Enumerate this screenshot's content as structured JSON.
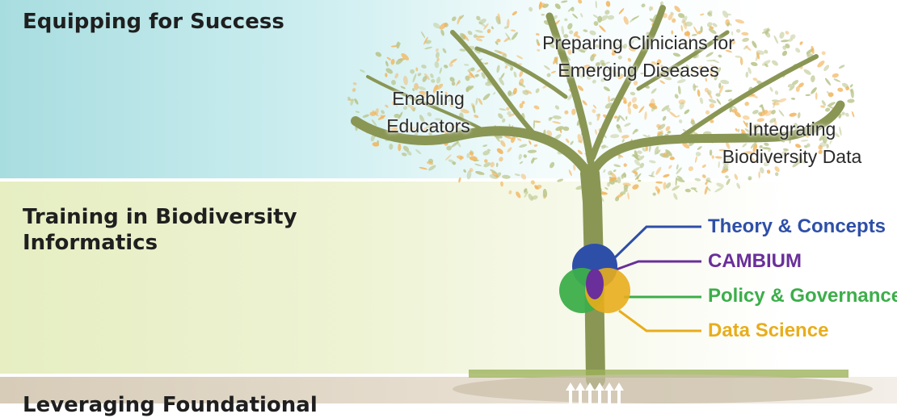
{
  "sections": {
    "top": {
      "heading": "Equipping for Success"
    },
    "middle": {
      "heading": "Training in Biodiversity Informatics"
    },
    "bottom": {
      "heading": "Leveraging Foundational"
    }
  },
  "tree_labels": {
    "enabling": "Enabling Educators",
    "preparing": "Preparing Clinicians for Emerging Diseases",
    "integrating": "Integrating Biodiversity Data"
  },
  "venn": {
    "items": [
      {
        "label": "Theory & Concepts",
        "color": "#2e4fa8"
      },
      {
        "label": "CAMBIUM",
        "color": "#6a2f9a"
      },
      {
        "label": "Policy & Governance",
        "color": "#3cae4a"
      },
      {
        "label": "Data Science",
        "color": "#e8ad1c"
      }
    ]
  },
  "colors": {
    "band_top": "#a8dde0",
    "band_middle": "#e6eec2",
    "band_bottom": "#d7ccb8",
    "trunk": "#8a9654",
    "foliage_green": "#b9c48a",
    "foliage_orange": "#f2b45a"
  }
}
